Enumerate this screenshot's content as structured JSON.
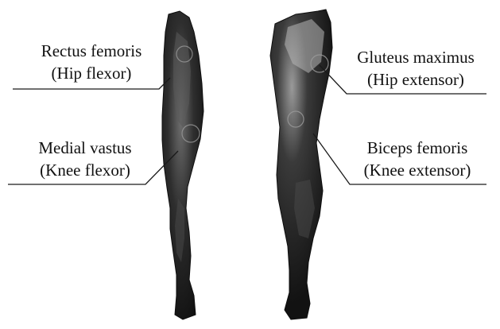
{
  "labels": {
    "rectus_femoris": {
      "name": "Rectus femoris",
      "role": "(Hip flexor)"
    },
    "medial_vastus": {
      "name": "Medial vastus",
      "role": "(Knee flexor)"
    },
    "gluteus_maximus": {
      "name": "Gluteus maximus",
      "role": "(Hip extensor)"
    },
    "biceps_femoris": {
      "name": "Biceps femoris",
      "role": "(Knee extensor)"
    }
  },
  "colors": {
    "leg_dark": "#1c1c1c",
    "leg_mid": "#3a3a3a",
    "leg_highlight": "#8a8a8a",
    "leader_line": "#1a1a1a",
    "marker_ring": "#9a9a9a",
    "background": "#ffffff"
  }
}
